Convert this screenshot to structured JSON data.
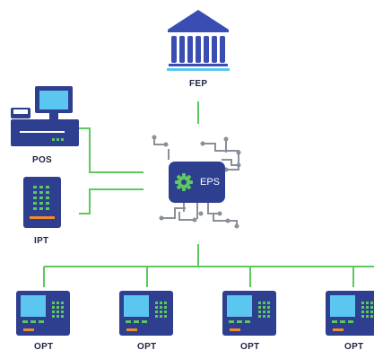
{
  "nodes": {
    "fep": {
      "label": "FEP"
    },
    "eps": {
      "label": "EPS"
    },
    "pos": {
      "label": "POS"
    },
    "ipt": {
      "label": "IPT"
    },
    "opt": [
      {
        "label": "OPT"
      },
      {
        "label": "OPT"
      },
      {
        "label": "OPT"
      },
      {
        "label": "OPT"
      }
    ]
  },
  "colors": {
    "device_blue": "#2e3f8f",
    "device_dark": "#1f2b6a",
    "screen": "#5bc6ef",
    "keypad_green": "#5cc95f",
    "accent_orange": "#f28b2a",
    "connector_green": "#5cc95f",
    "circuit_gray": "#8a8f9a",
    "bank_blue": "#3a4db3"
  }
}
